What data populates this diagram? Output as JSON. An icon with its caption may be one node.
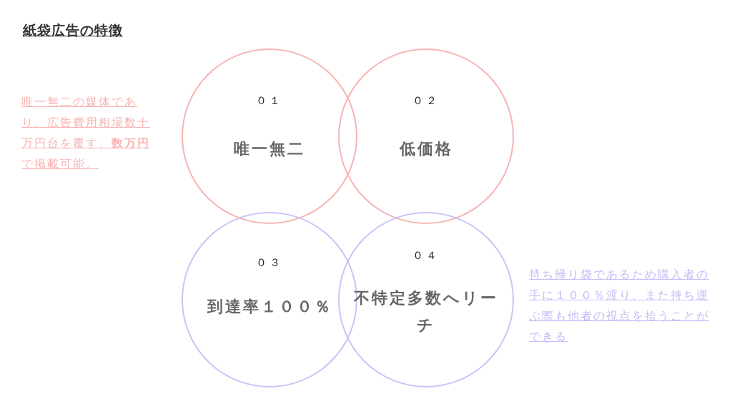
{
  "diagram": {
    "title": "紙袋広告の特徴",
    "nodes": [
      {
        "text": [
          "０１",
          "唯一無二"
        ]
      },
      {
        "text": [
          "０２",
          "低価格"
        ]
      },
      {
        "text": [
          "０３",
          "到達率１００％"
        ]
      },
      {
        "text": [
          "０４",
          "不特定多数へリーチ"
        ]
      }
    ],
    "labels": [
      "唯一無二の媒体であり、広告費用相場数十万円台を覆す、**数万円**で掲載可能。",
      "持ち帰り袋であるため購入者の手に１００％渡り、また持ち運ぶ際も他者の視点を拾うことができる"
    ]
  }
}
